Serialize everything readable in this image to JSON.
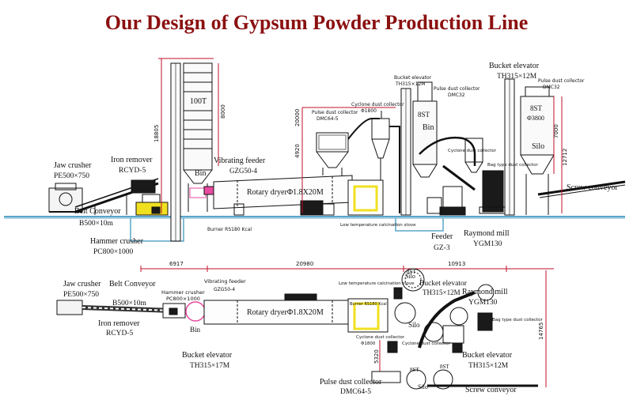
{
  "title": "Our Design of  Gypsum Powder Production Line",
  "colors": {
    "title": "#8b1010",
    "dimension": "#c0102a",
    "line": "#111111",
    "accent_yellow": "#f0e020",
    "accent_pink": "#e84aa0",
    "ground_blue": "#5aa6c8"
  },
  "elevation_view": {
    "labels": {
      "jaw_crusher": "Jaw crusher",
      "jaw_crusher_model": "PE500×750",
      "iron_remover": "Iron remover",
      "iron_remover_model": "RCYD-5",
      "belt_conveyor": "Belt Conveyor",
      "belt_conveyor_model": "B500×10m",
      "hammer_crusher": "Hammer crusher",
      "hammer_crusher_model": "PC800×1000",
      "silo_100t": "100T",
      "bin": "Bin",
      "vibrating_feeder": "Vibrating feeder",
      "vibrating_feeder_model": "GZG50-4",
      "rotary_dryer": "Rotary dryerΦ1.8X20M",
      "burner": "Burner RS180 Kcal",
      "low_temp_stove": "Low temperature calcination stove",
      "pulse_dust_collector": "Pulse dust collector",
      "pulse_dust_collector_model": "DMC64-5",
      "cyclone_dust_collector": "Cyclone dust collector",
      "cyclone_dust_collector_model": "Φ1800",
      "bucket_elevator_mid": "Bucket elevator",
      "bucket_elevator_mid_model": "TH315×12M",
      "pulse_dust_collector_2": "Pulse dust collector",
      "pulse_dust_collector_2_model": "DMC32",
      "silo_8st_bin": "8ST",
      "bin2": "Bin",
      "cyclone_dust_collector_2": "Cyclone dust collector",
      "feeder": "Feeder",
      "feeder_model": "GZ-3",
      "raymond_mill": "Raymond mill",
      "raymond_mill_model": "YGM130",
      "bag_dust_collector": "Bag type dust collector",
      "bucket_elevator_right": "Bucket elevator",
      "bucket_elevator_right_model": "TH315×12M",
      "pulse_dust_collector_3": "Pulse dust collector",
      "pulse_dust_collector_3_model": "DMC32",
      "silo_8st": "8ST",
      "silo_diameter": "Φ3800",
      "silo": "Silo",
      "screw_conveyor": "Screw conveyor"
    },
    "dimensions": {
      "d18805": "18805",
      "d8000": "8000",
      "d20000": "20000",
      "d4920": "4920",
      "d7000": "7000",
      "d12712": "12712"
    }
  },
  "plan_view": {
    "labels": {
      "jaw_crusher": "Jaw crusher",
      "jaw_crusher_model": "PE500×750",
      "belt_conveyor": "Belt Conveyor",
      "belt_conveyor_model": "B500×10m",
      "iron_remover": "Iron remover",
      "iron_remover_model": "RCYD-5",
      "hammer_crusher": "Hammer crusher",
      "hammer_crusher_model": "PC800×1000",
      "vibrating_feeder": "Vibrating feeder",
      "vibrating_feeder_model": "GZG50-4",
      "bin": "Bin",
      "rotary_dryer": "Rotary dryerΦ1.8X20M",
      "low_temp_stove": "Low temperature calcination stove",
      "burner": "Burner RS180 Kcal",
      "silo_top": "Silo",
      "silo_8st_top": "8ST",
      "bucket_elevator_top": "Bucket elevator",
      "bucket_elevator_top_model": "TH315×12M",
      "raymond_mill": "Raymond mill",
      "raymond_mill_model": "YGM130",
      "bag_dust_collector": "Bag type dust collector",
      "silo_mid": "Silo",
      "cyclone_dust_collector": "Cyclone dust collector",
      "cyclone_dust_collector_model": "Φ1800",
      "cyclone_dust_collector_2": "Cyclone dust collector",
      "bucket_elevator_left": "Bucket elevator",
      "bucket_elevator_left_model": "TH315×17M",
      "bucket_elevator_right": "Bucket elevator",
      "bucket_elevator_right_model": "TH315×12M",
      "pulse_dust_collector": "Pulse dust collector",
      "pulse_dust_collector_model": "DMC64-5",
      "silo_8st_a": "8ST",
      "silo_8st_b": "8ST",
      "silo_bottom": "Silo",
      "screw_conveyor": "Screw conveyor"
    },
    "dimensions": {
      "d6917": "6917",
      "d20980": "20980",
      "d10913": "10913",
      "d5320": "5320",
      "d14765": "14765"
    }
  }
}
